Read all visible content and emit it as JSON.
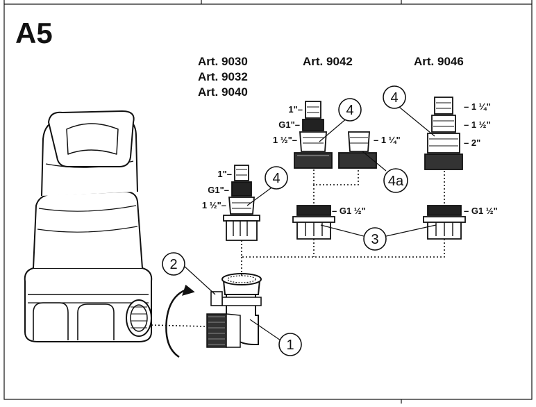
{
  "figure_label": "A5",
  "article_groups": [
    {
      "lines": [
        "Art. 9030",
        "Art. 9032",
        "Art. 9040"
      ]
    },
    {
      "lines": [
        "Art. 9042"
      ]
    },
    {
      "lines": [
        "Art. 9046"
      ]
    }
  ],
  "callouts": {
    "c1": "1",
    "c2": "2",
    "c3": "3",
    "c4_left": "4",
    "c4_middle": "4",
    "c4_right": "4",
    "c4a": "4a"
  },
  "size_labels": {
    "left": [
      "1\"–",
      "G1\"–",
      "1 ½\"–"
    ],
    "middle": [
      "1\"–",
      "G1\"–",
      "1 ½\"–"
    ],
    "middle_4a": "– 1 ¼\"",
    "middle_thread": "– G1 ½\"",
    "right": [
      "– 1 ¼\"",
      "– 1 ½\"",
      "– 2\""
    ],
    "right_thread": "– G1 ½\""
  },
  "colors": {
    "line": "#111111",
    "background": "#ffffff"
  }
}
